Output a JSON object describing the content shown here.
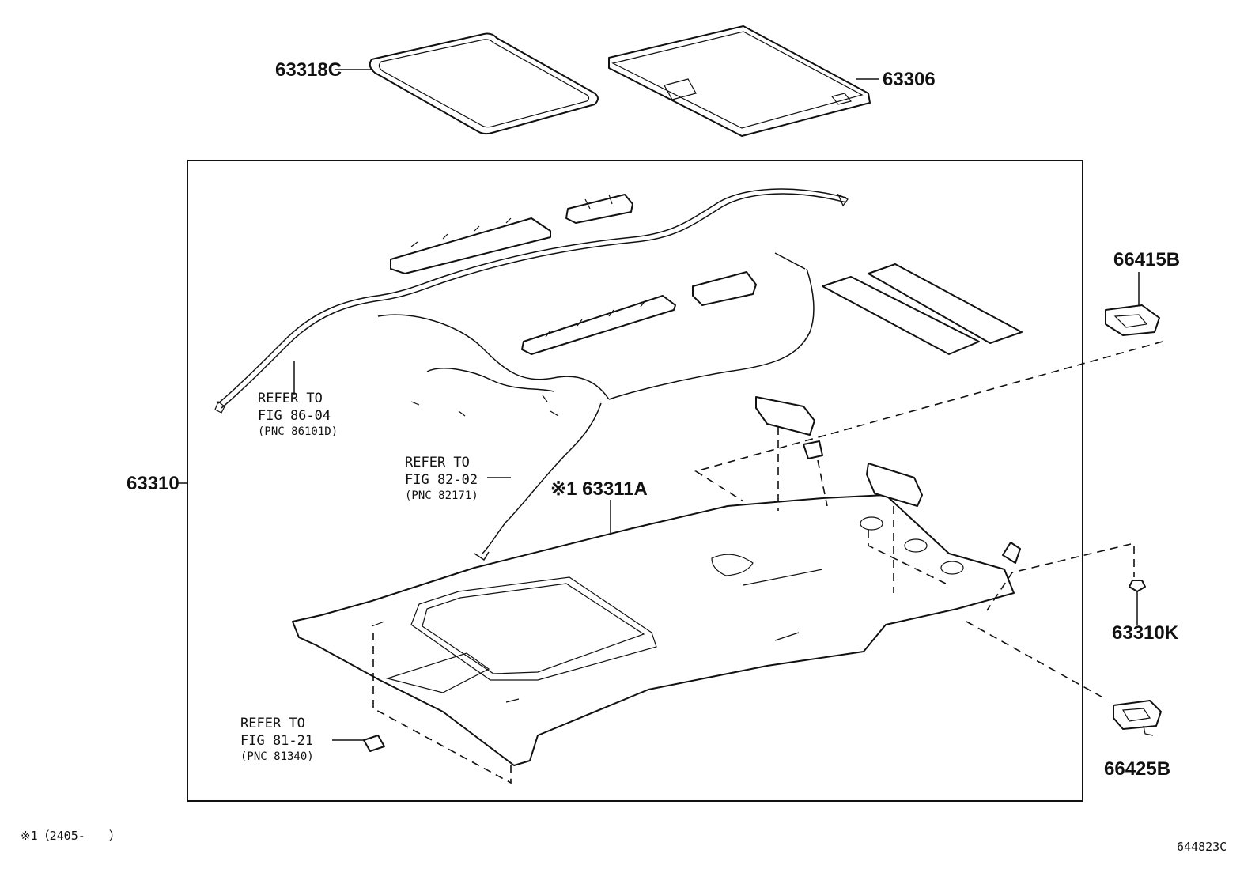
{
  "labels": {
    "p63318c": "63318C",
    "p63306": "63306",
    "p63310": "63310",
    "p63311a": "※1 63311A",
    "p66415b": "66415B",
    "p63310k": "63310K",
    "p66425b": "66425B"
  },
  "refs": {
    "fig8604": {
      "line1": "REFER TO",
      "line2": "FIG 86-04",
      "line3": "(PNC 86101D)"
    },
    "fig8202": {
      "line1": "REFER TO",
      "line2": "FIG 82-02",
      "line3": "(PNC 82171)"
    },
    "fig8121": {
      "line1": "REFER TO",
      "line2": "FIG 81-21",
      "line3": "(PNC 81340)"
    }
  },
  "footnote": "※1（2405-　　）",
  "diagram_id": "644823C"
}
